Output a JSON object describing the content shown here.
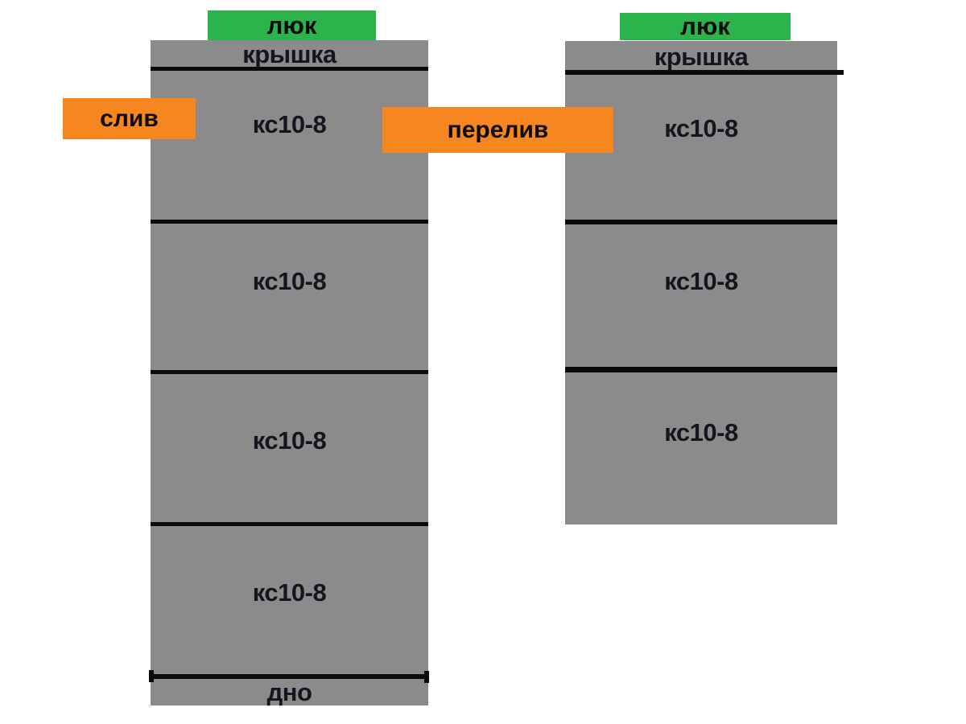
{
  "colors": {
    "page_bg": "#ffffff",
    "ring_gray": "#8b8b8b",
    "hatch_green": "#2cb34c",
    "pipe_orange": "#f6861f",
    "line_black": "#0b0b0b",
    "text_dark": "#14161f"
  },
  "wells": [
    {
      "id": "left",
      "hatch": "люк",
      "cover": "крышка",
      "rings": [
        "кс10-8",
        "кс10-8",
        "кс10-8",
        "кс10-8"
      ],
      "bottom": "дно"
    },
    {
      "id": "right",
      "hatch": "люк",
      "cover": "крышка",
      "rings": [
        "кс10-8",
        "кс10-8",
        "кс10-8"
      ]
    }
  ],
  "pipes": {
    "drain": "слив",
    "overflow": "перелив"
  }
}
